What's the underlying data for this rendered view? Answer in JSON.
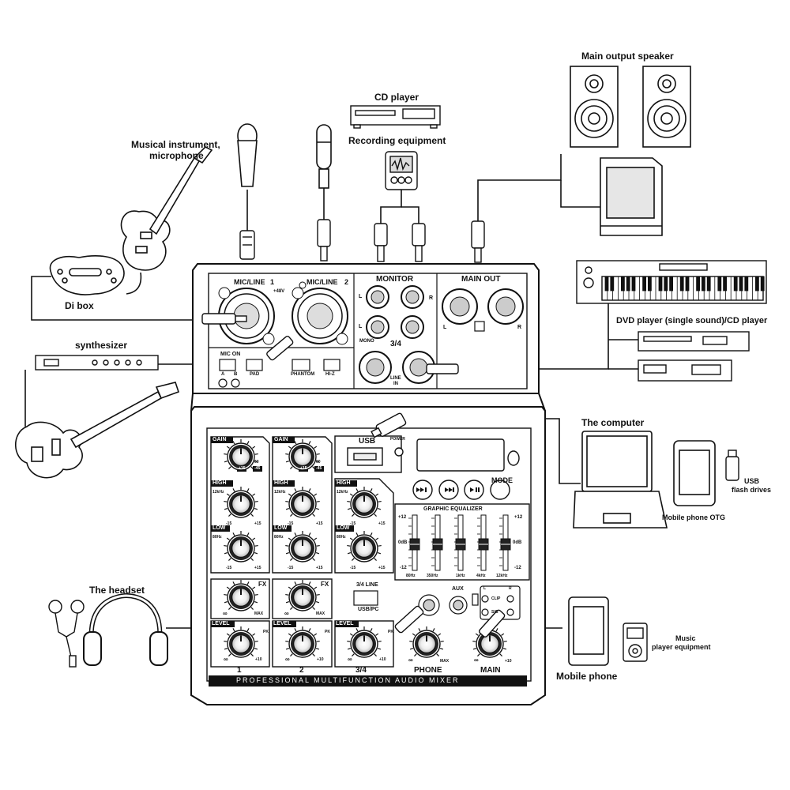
{
  "labels": {
    "main_output_speaker": "Main output speaker",
    "cd_player": "CD player",
    "recording_equipment": "Recording equipment",
    "musical_instrument": "Musical instrument,",
    "microphone": "microphone",
    "di_box": "Di box",
    "synthesizer": "synthesizer",
    "dvd_player": "DVD player (single sound)/CD player",
    "the_computer": "The computer",
    "usb_flash_1": "USB",
    "usb_flash_2": "flash drives",
    "mobile_otg": "Mobile phone OTG",
    "the_headset": "The headset",
    "music_player_1": "Music",
    "music_player_2": "player equipment",
    "mobile_phone": "Mobile phone"
  },
  "mixer": {
    "mic_line_1": "MIC/LINE",
    "ch1": "1",
    "mic_line_2": "MIC/LINE",
    "ch2": "2",
    "plus48v": "+48V",
    "mic_on": "MIC ON",
    "a": "A",
    "b": "B",
    "pad": "PAD",
    "phantom": "PHANTOM",
    "hiz": "HI-Z",
    "monitor": "MONITOR",
    "main_out": "MAIN OUT",
    "l": "L",
    "r": "R",
    "mono": "MONO",
    "ch34": "3/4",
    "line": "LINE",
    "in": "IN",
    "usb": "USB",
    "power": "POWER",
    "mode": "MODE",
    "graphic_eq": "GRAPHIC EQUALIZER",
    "plus12": "+12",
    "zero_db": "0dB",
    "minus12": "-12",
    "eq_bands": [
      "80Hz",
      "350Hz",
      "1kHz",
      "4kHz",
      "12kHz"
    ],
    "gain": "GAIN",
    "high": "HIGH",
    "low": "LOW",
    "khz12": "12kHz",
    "hz80": "80Hz",
    "minus15": "-15",
    "plus15": "+15",
    "g15": "+15",
    "g60": "60",
    "g45": "-45",
    "fx": "FX",
    "max": "MAX",
    "inf": "∞",
    "level": "LEVEL",
    "pk": "PK",
    "plus10": "+10",
    "line34": "3/4 LINE",
    "usbpc": "USB/PC",
    "aux": "AUX",
    "clip": "CLIP",
    "sig": "SIG",
    "phone": "PHONE",
    "main": "MAIN",
    "bottom_ch1": "1",
    "bottom_ch2": "2",
    "bottom_ch34": "3/4",
    "banner": "PROFESSIONAL MULTIFUNCTION AUDIO MIXER"
  },
  "icons": [
    "microphone-icon",
    "guitar-icon",
    "di-box-icon",
    "synthesizer-icon",
    "cd-player-icon",
    "recorder-icon",
    "speaker-icon",
    "subwoofer-icon",
    "keyboard-icon",
    "dvd-player-icon",
    "laptop-icon",
    "tablet-icon",
    "usb-drive-icon",
    "headphones-icon",
    "earphones-icon",
    "mobile-phone-icon",
    "music-player-icon",
    "xlr-plug-icon",
    "jack-plug-icon",
    "rca-plug-icon"
  ]
}
